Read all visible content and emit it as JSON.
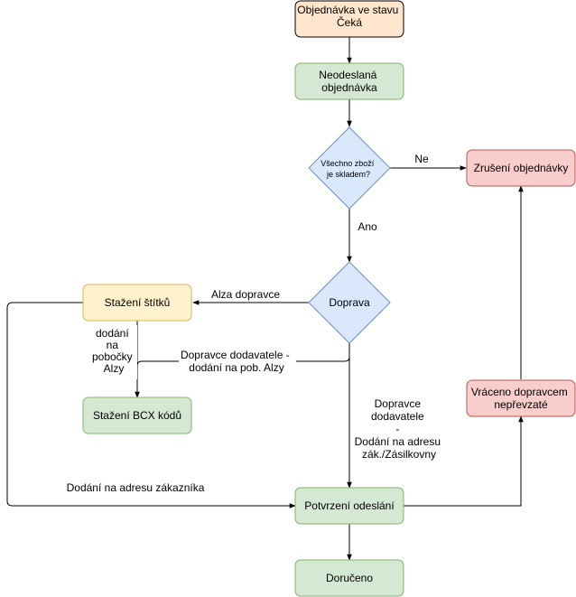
{
  "nodes": {
    "start": {
      "lines": [
        "Objednávka ve stavu",
        "Čeká"
      ],
      "fill": "#ffe6cc",
      "stroke": "#000000"
    },
    "unsent": {
      "lines": [
        "Neodeslaná",
        "objednávka"
      ],
      "fill": "#d5e8d4",
      "stroke": "#82b366"
    },
    "stock_check": {
      "lines": [
        "Všechno zboží",
        "je skladem?"
      ],
      "fill": "#dae8fc",
      "stroke": "#6c8ebf"
    },
    "cancel": {
      "lines": [
        "Zrušení objednávky"
      ],
      "fill": "#f8cecc",
      "stroke": "#b85450"
    },
    "shipping": {
      "lines": [
        "Doprava"
      ],
      "fill": "#dae8fc",
      "stroke": "#6c8ebf"
    },
    "labels": {
      "lines": [
        "Stažení štítků"
      ],
      "fill": "#fff2cc",
      "stroke": "#d6b656"
    },
    "bcx": {
      "lines": [
        "Stažení BCX kódů"
      ],
      "fill": "#d5e8d4",
      "stroke": "#82b366"
    },
    "returned": {
      "lines": [
        "Vráceno dopravcem",
        "nepřevzaté"
      ],
      "fill": "#f8cecc",
      "stroke": "#b85450"
    },
    "confirm": {
      "lines": [
        "Potvrzení odeslání"
      ],
      "fill": "#d5e8d4",
      "stroke": "#82b366"
    },
    "delivered": {
      "lines": [
        "Doručeno"
      ],
      "fill": "#d5e8d4",
      "stroke": "#82b366"
    }
  },
  "edges": {
    "ne": {
      "lines": [
        "Ne"
      ]
    },
    "ano": {
      "lines": [
        "Ano"
      ]
    },
    "alza": {
      "lines": [
        "Alza dopravce"
      ]
    },
    "branch": {
      "lines": [
        "dodání",
        "na",
        "pobočky",
        "Alzy"
      ]
    },
    "supplier_branch": {
      "lines": [
        "Dopravce dodavatele -",
        "dodání na pob. Alzy"
      ]
    },
    "supplier_address": {
      "lines": [
        "Dopravce",
        "dodavatele",
        "-",
        "Dodání na adresu",
        "zák./Zásilkovny"
      ]
    },
    "customer_address": {
      "lines": [
        "Dodání na adresu zákazníka"
      ]
    }
  }
}
